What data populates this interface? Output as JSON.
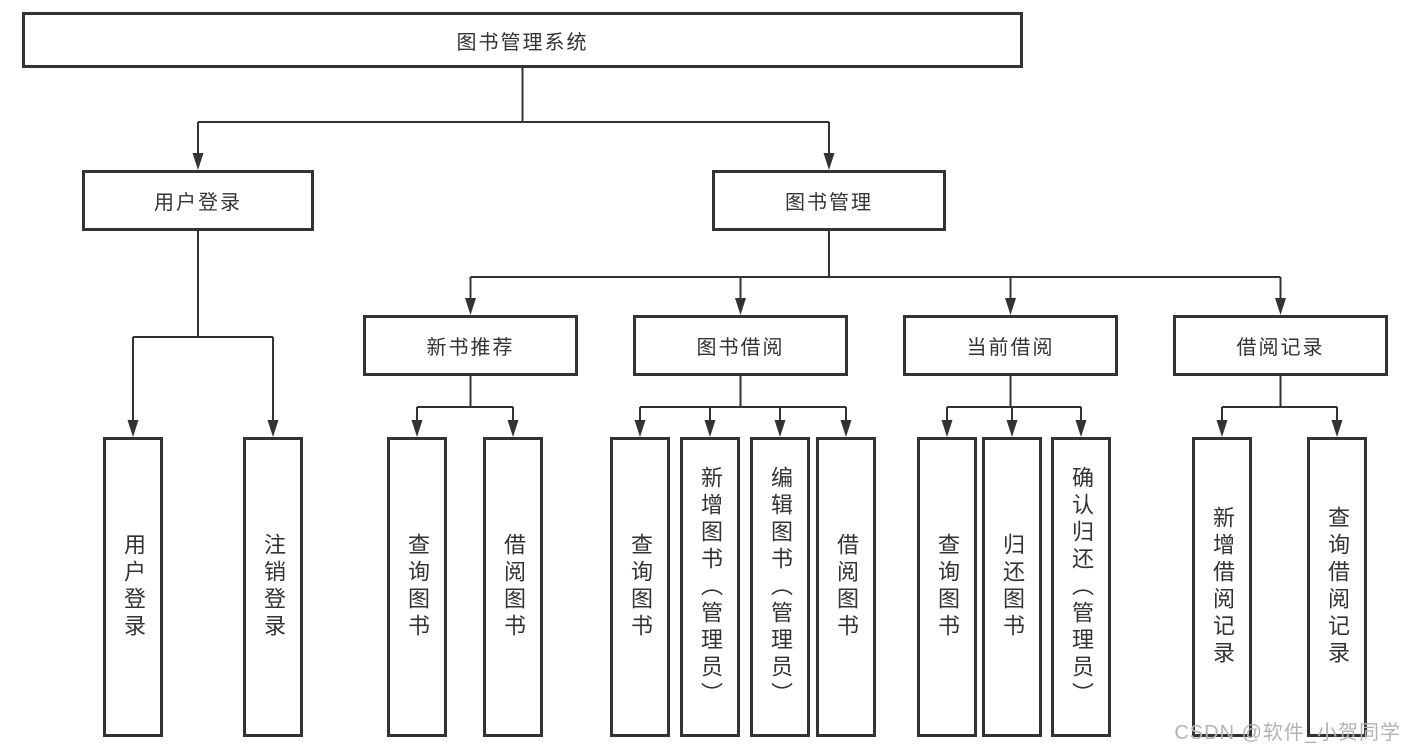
{
  "diagram": {
    "type": "tree-diagram",
    "title": "图书管理系统"
  },
  "tree": {
    "label": "图书管理系统",
    "children": [
      {
        "label": "用户登录",
        "children": [
          {
            "label": "用户登录"
          },
          {
            "label": "注销登录"
          }
        ]
      },
      {
        "label": "图书管理",
        "children": [
          {
            "label": "新书推荐",
            "children": [
              {
                "label": "查询图书"
              },
              {
                "label": "借阅图书"
              }
            ]
          },
          {
            "label": "图书借阅",
            "children": [
              {
                "label": "查询图书"
              },
              {
                "label": "新增图书（管理员）"
              },
              {
                "label": "编辑图书（管理员）"
              },
              {
                "label": "借阅图书"
              }
            ]
          },
          {
            "label": "当前借阅",
            "children": [
              {
                "label": "查询图书"
              },
              {
                "label": "归还图书"
              },
              {
                "label": "确认归还（管理员）"
              }
            ]
          },
          {
            "label": "借阅记录",
            "children": [
              {
                "label": "新增借阅记录"
              },
              {
                "label": "查询借阅记录"
              }
            ]
          }
        ]
      }
    ]
  },
  "edges": [
    {
      "from": "图书管理系统",
      "to": "用户登录"
    },
    {
      "from": "图书管理系统",
      "to": "图书管理"
    },
    {
      "from": "用户登录",
      "to": "用户登录"
    },
    {
      "from": "用户登录",
      "to": "注销登录"
    },
    {
      "from": "图书管理",
      "to": "新书推荐"
    },
    {
      "from": "图书管理",
      "to": "图书借阅"
    },
    {
      "from": "图书管理",
      "to": "当前借阅"
    },
    {
      "from": "图书管理",
      "to": "借阅记录"
    },
    {
      "from": "新书推荐",
      "to": "查询图书"
    },
    {
      "from": "新书推荐",
      "to": "借阅图书"
    },
    {
      "from": "图书借阅",
      "to": "查询图书"
    },
    {
      "from": "图书借阅",
      "to": "新增图书（管理员）"
    },
    {
      "from": "图书借阅",
      "to": "编辑图书（管理员）"
    },
    {
      "from": "图书借阅",
      "to": "借阅图书"
    },
    {
      "from": "当前借阅",
      "to": "查询图书"
    },
    {
      "from": "当前借阅",
      "to": "归还图书"
    },
    {
      "from": "当前借阅",
      "to": "确认归还（管理员）"
    },
    {
      "from": "借阅记录",
      "to": "新增借阅记录"
    },
    {
      "from": "借阅记录",
      "to": "查询借阅记录"
    }
  ],
  "watermark": {
    "text": "CSDN @软件_小贺同学",
    "color": "#b3b3b3"
  },
  "colors": {
    "line": "#333333",
    "box_border": "#333333",
    "text": "#333333",
    "background": "#ffffff"
  }
}
